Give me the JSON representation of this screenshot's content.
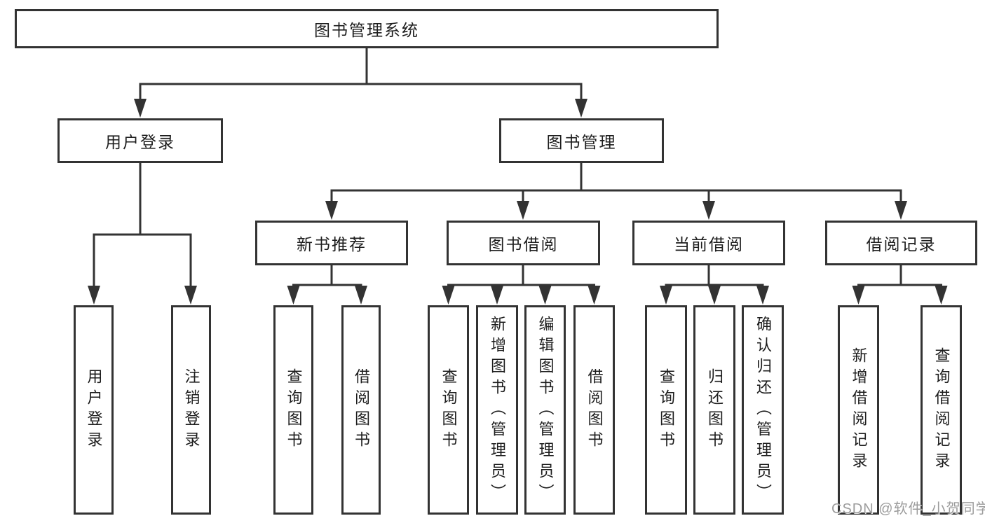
{
  "tree": {
    "root": {
      "label": "图书管理系统",
      "children": [
        {
          "label": "用户登录",
          "children": [
            {
              "label": "用户登录"
            },
            {
              "label": "注销登录"
            }
          ]
        },
        {
          "label": "图书管理",
          "children": [
            {
              "label": "新书推荐",
              "children": [
                {
                  "label": "查询图书"
                },
                {
                  "label": "借阅图书"
                }
              ]
            },
            {
              "label": "图书借阅",
              "children": [
                {
                  "label": "查询图书"
                },
                {
                  "label": "新增图书（管理员）"
                },
                {
                  "label": "编辑图书（管理员）"
                },
                {
                  "label": "借阅图书"
                }
              ]
            },
            {
              "label": "当前借阅",
              "children": [
                {
                  "label": "查询图书"
                },
                {
                  "label": "归还图书"
                },
                {
                  "label": "确认归还（管理员）"
                }
              ]
            },
            {
              "label": "借阅记录",
              "children": [
                {
                  "label": "新增借阅记录"
                },
                {
                  "label": "查询借阅记录"
                }
              ]
            }
          ]
        }
      ]
    }
  },
  "watermark": {
    "text": "CSDN @软件_小贺同学"
  },
  "colors": {
    "line": "#333333",
    "box_border": "#333333",
    "text": "#1d1d1d",
    "watermark": "#9c9c9c",
    "background": "#ffffff"
  }
}
